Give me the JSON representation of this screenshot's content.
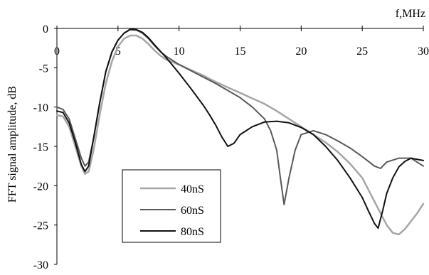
{
  "chart_data": {
    "type": "line",
    "xlabel": "f,MHz",
    "ylabel": "FFT signal amplitude, dB",
    "xlim": [
      0,
      30
    ],
    "ylim": [
      -30,
      0
    ],
    "x_ticks": [
      0,
      5,
      10,
      15,
      20,
      25,
      30
    ],
    "y_ticks": [
      0,
      -5,
      -10,
      -15,
      -20,
      -25,
      -30
    ],
    "x_tick_labels": [
      "0",
      "5",
      "10",
      "15",
      "20",
      "25",
      "30"
    ],
    "y_tick_labels": [
      "0",
      "-5",
      "-10",
      "-15",
      "-20",
      "-25",
      "-30"
    ],
    "grid": false,
    "legend_position": "lower-left",
    "series": [
      {
        "name": "40nS",
        "color": "#a6a6a6",
        "points": [
          [
            0,
            -11
          ],
          [
            0.5,
            -11.2
          ],
          [
            1,
            -12.5
          ],
          [
            1.5,
            -15
          ],
          [
            2,
            -17.5
          ],
          [
            2.3,
            -18.5
          ],
          [
            2.6,
            -18.2
          ],
          [
            3,
            -15.5
          ],
          [
            3.5,
            -11
          ],
          [
            4,
            -7
          ],
          [
            4.5,
            -4.2
          ],
          [
            5,
            -2.3
          ],
          [
            5.5,
            -1.3
          ],
          [
            6,
            -0.9
          ],
          [
            6.5,
            -0.9
          ],
          [
            7,
            -1.3
          ],
          [
            7.5,
            -2
          ],
          [
            8,
            -2.8
          ],
          [
            8.5,
            -3.5
          ],
          [
            9,
            -4
          ],
          [
            10,
            -4.6
          ],
          [
            11,
            -5.3
          ],
          [
            12,
            -6
          ],
          [
            13,
            -6.8
          ],
          [
            14,
            -7.5
          ],
          [
            15,
            -8.2
          ],
          [
            16,
            -8.9
          ],
          [
            17,
            -9.6
          ],
          [
            18,
            -10.5
          ],
          [
            19,
            -11.5
          ],
          [
            20,
            -12.5
          ],
          [
            21,
            -13.5
          ],
          [
            22,
            -14.5
          ],
          [
            23,
            -15.7
          ],
          [
            24,
            -17.2
          ],
          [
            25,
            -19
          ],
          [
            25.5,
            -20.5
          ],
          [
            26,
            -22
          ],
          [
            26.5,
            -23.5
          ],
          [
            27,
            -25
          ],
          [
            27.5,
            -26
          ],
          [
            28,
            -26.2
          ],
          [
            28.5,
            -25.5
          ],
          [
            29,
            -24.5
          ],
          [
            29.5,
            -23.5
          ],
          [
            30,
            -22.3
          ]
        ]
      },
      {
        "name": "60nS",
        "color": "#595959",
        "points": [
          [
            0,
            -10
          ],
          [
            0.5,
            -10.3
          ],
          [
            1,
            -11.5
          ],
          [
            1.5,
            -14
          ],
          [
            2,
            -16.5
          ],
          [
            2.3,
            -17.5
          ],
          [
            2.6,
            -17
          ],
          [
            3,
            -14
          ],
          [
            3.5,
            -9.5
          ],
          [
            4,
            -5.5
          ],
          [
            4.5,
            -3
          ],
          [
            5,
            -1.5
          ],
          [
            5.5,
            -0.6
          ],
          [
            6,
            -0.15
          ],
          [
            6.5,
            -0.2
          ],
          [
            7,
            -0.6
          ],
          [
            7.5,
            -1.3
          ],
          [
            8,
            -2.2
          ],
          [
            8.5,
            -3
          ],
          [
            9,
            -3.6
          ],
          [
            10,
            -4.6
          ],
          [
            11,
            -5.4
          ],
          [
            12,
            -6.2
          ],
          [
            13,
            -7
          ],
          [
            14,
            -7.9
          ],
          [
            15,
            -8.8
          ],
          [
            16,
            -10
          ],
          [
            17,
            -11.5
          ],
          [
            17.5,
            -13
          ],
          [
            18,
            -15.5
          ],
          [
            18.3,
            -19
          ],
          [
            18.6,
            -22.4
          ],
          [
            19,
            -19
          ],
          [
            19.5,
            -15.5
          ],
          [
            20,
            -13.5
          ],
          [
            21,
            -13
          ],
          [
            22,
            -13.5
          ],
          [
            23,
            -14.3
          ],
          [
            24,
            -15.2
          ],
          [
            25,
            -16.3
          ],
          [
            26,
            -17.5
          ],
          [
            26.5,
            -17.8
          ],
          [
            27,
            -17
          ],
          [
            28,
            -16.5
          ],
          [
            29,
            -16.5
          ],
          [
            30,
            -17.5
          ]
        ]
      },
      {
        "name": "80nS",
        "color": "#111111",
        "points": [
          [
            0,
            -10.5
          ],
          [
            0.5,
            -10.7
          ],
          [
            1,
            -12
          ],
          [
            1.5,
            -14.5
          ],
          [
            2,
            -17.3
          ],
          [
            2.3,
            -18.2
          ],
          [
            2.6,
            -17.5
          ],
          [
            3,
            -14
          ],
          [
            3.5,
            -9.5
          ],
          [
            4,
            -5.5
          ],
          [
            4.5,
            -3
          ],
          [
            5,
            -1.5
          ],
          [
            5.5,
            -0.6
          ],
          [
            6,
            -0.1
          ],
          [
            6.5,
            -0.15
          ],
          [
            7,
            -0.5
          ],
          [
            7.5,
            -1.2
          ],
          [
            8,
            -2.1
          ],
          [
            9,
            -3.8
          ],
          [
            10,
            -5.7
          ],
          [
            11,
            -7.7
          ],
          [
            12,
            -9.8
          ],
          [
            12.5,
            -11
          ],
          [
            13,
            -12.3
          ],
          [
            13.5,
            -13.8
          ],
          [
            14,
            -15
          ],
          [
            14.5,
            -14.6
          ],
          [
            15,
            -13.5
          ],
          [
            16,
            -12.5
          ],
          [
            17,
            -11.9
          ],
          [
            18,
            -11.8
          ],
          [
            19,
            -12
          ],
          [
            20,
            -12.6
          ],
          [
            21,
            -13.5
          ],
          [
            22,
            -15
          ],
          [
            23,
            -16.8
          ],
          [
            24,
            -19
          ],
          [
            25,
            -21.5
          ],
          [
            25.5,
            -23.2
          ],
          [
            26,
            -24.8
          ],
          [
            26.3,
            -25.4
          ],
          [
            26.7,
            -23
          ],
          [
            27,
            -21
          ],
          [
            27.5,
            -19
          ],
          [
            28,
            -17.6
          ],
          [
            28.5,
            -16.9
          ],
          [
            29,
            -16.5
          ],
          [
            30,
            -16.8
          ]
        ]
      }
    ]
  }
}
